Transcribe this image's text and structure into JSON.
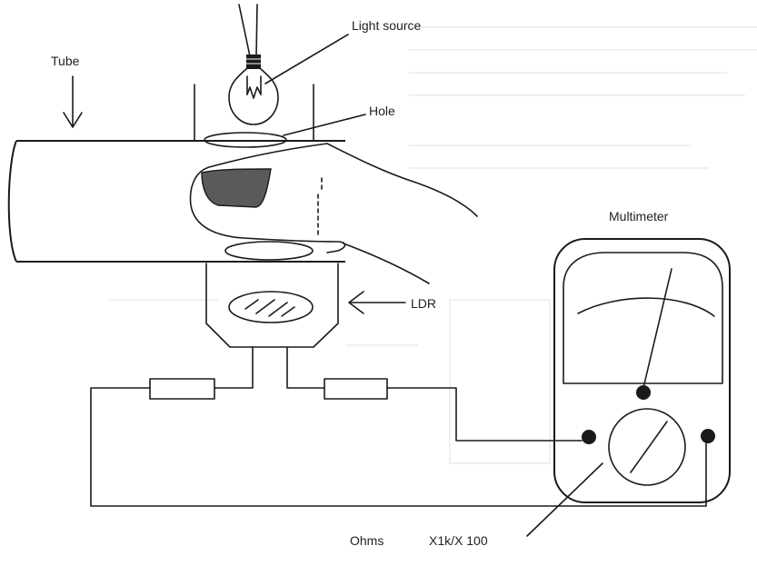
{
  "diagram": {
    "labels": {
      "light_source": "Light source",
      "tube": "Tube",
      "hole": "Hole",
      "ldr": "LDR",
      "multimeter": "Multimeter",
      "ohms": "Ohms",
      "range": "X1k/X 100"
    },
    "colors": {
      "ink": "#1a1a1a",
      "shade": "#5a5a5a",
      "background": "#ffffff"
    }
  }
}
